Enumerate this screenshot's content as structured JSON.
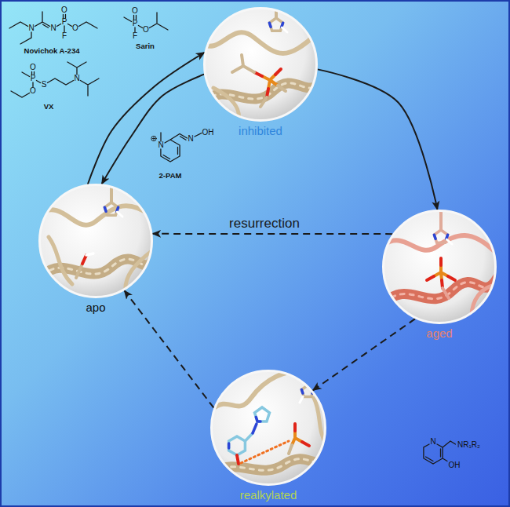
{
  "diagram": {
    "nodes": [
      {
        "text": [
          "inhibited"
        ]
      },
      {
        "text": [
          "apo"
        ]
      },
      {
        "text": [
          "aged"
        ]
      },
      {
        "text": [
          "realkylated"
        ]
      }
    ],
    "edges": [
      {
        "from": 0,
        "to": 2,
        "arrow": "to"
      },
      {
        "from": 1,
        "to": 0,
        "arrow": "to"
      },
      {
        "from": 0,
        "to": 1,
        "arrow": "to"
      },
      {
        "from": 2,
        "to": 1,
        "label": "resurrection",
        "arrow": "to"
      },
      {
        "from": 2,
        "to": 3,
        "arrow": "to"
      },
      {
        "from": 3,
        "to": 1,
        "arrow": "to"
      }
    ],
    "labels": [
      "Novichok A-234",
      "Sarin",
      "VX",
      "2-PAM",
      "N",
      "N",
      "P",
      "O",
      "F",
      "O",
      "O",
      "P",
      "F",
      "O",
      "O",
      "P",
      "O",
      "S",
      "N",
      "N",
      "N",
      "OH",
      "N",
      "NR₁R₂",
      "OH"
    ]
  }
}
